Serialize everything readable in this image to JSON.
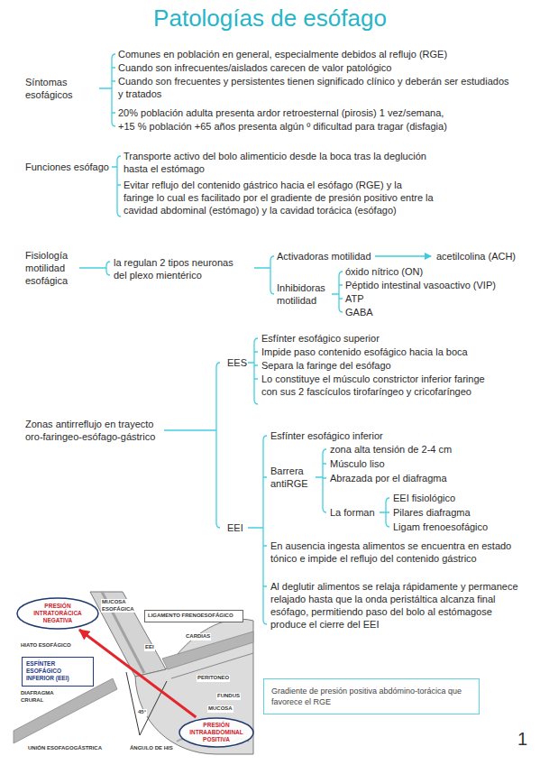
{
  "diagram": {
    "title": "Patologías de esófago",
    "nodes": [
      {
        "text": [
          "PRESIÓN INTRATORÁCICA NEGATIVA"
        ]
      },
      {
        "text": [
          "LIGAMENTO FRENOESOFÁGICO"
        ]
      },
      {
        "text": [
          "ESFÍNTER ESOFÁGICO INFERIOR (EEI)"
        ]
      },
      {
        "text": [
          "Gradiente de presión positiva abdómino-torácica que favorece el RGE"
        ]
      },
      {
        "text": [
          "PRESIÓN INTRAABDOMINAL POSITIVA"
        ]
      }
    ],
    "edges": [
      {
        "from": 4,
        "to": 0,
        "arrow": "to"
      }
    ],
    "labels": [
      "Síntomas esofágicos",
      "Comunes en población en general, especialmente debidos al reflujo (RGE)",
      "Cuando son infrecuentes/aislados carecen de valor patológico",
      "Cuando son frecuentes y persistentes tienen significado clínico y deberán ser estudiados y tratados",
      "20% población adulta presenta ardor retroesternal (pirosis) 1 vez/semana,",
      "+15 % población +65 años presenta algún º dificultad para tragar (disfagia)",
      "Funciones esófago",
      "Transporte activo del bolo alimenticio desde la boca tras la deglución hasta el estómago",
      "Evitar reflujo del contenido gástrico hacia el esófago (RGE) y la faringe lo cual es facilitado por el gradiente de presión positivo entre la cavidad abdominal (estómago) y la cavidad torácica (esófago)",
      "Fisiología motilidad esofágica",
      "la regulan 2 tipos neuronas del plexo mientérico",
      "Activadoras motilidad",
      "acetilcolina (ACH)",
      "Inhibidoras motilidad",
      "óxido nítrico (ON)",
      "Péptido intestinal vasoactivo (VIP)",
      "ATP",
      "GABA",
      "Zonas antirreflujo en trayecto oro-faringeo-esófago-gástrico",
      "EES",
      "Esfínter esofágico superior",
      "Impide paso contenido esofágico hacia la boca",
      "Separa la faringe del esófago",
      "Lo constituye el músculo constrictor inferior faringe con sus 2 fascículos tirofaríngeo y cricofaríngeo",
      "EEI",
      "Esfínter esofágico inferior",
      "Barrera antiRGE",
      "zona alta tensión de 2-4 cm",
      "Músculo liso",
      "Abrazada por el diafragma",
      "La forman",
      "EEI fisiológico",
      "Pilares diafragma",
      "Ligam frenoesofágico",
      "En ausencia ingesta alimentos se encuentra en estado tónico e impide el reflujo del contenido gástrico",
      "Al deglutir alimentos se relaja rápidamente y permanece relajado hasta que la onda peristáltica alcanza final esófago, permitiendo paso del bolo al estómagose produce el cierre del EEI",
      "MUCOSA ESOFÁGICA",
      "HIATO ESOFÁGICO",
      "CARDIAS",
      "EEI",
      "PERITONEO",
      "FUNDUS",
      "DIAFRAGMA CRURAL",
      "MUCOSA",
      "45°",
      "UNIÓN ESOFAGOGÁSTRICA",
      "ÁNGULO DE HIS",
      "1"
    ]
  }
}
